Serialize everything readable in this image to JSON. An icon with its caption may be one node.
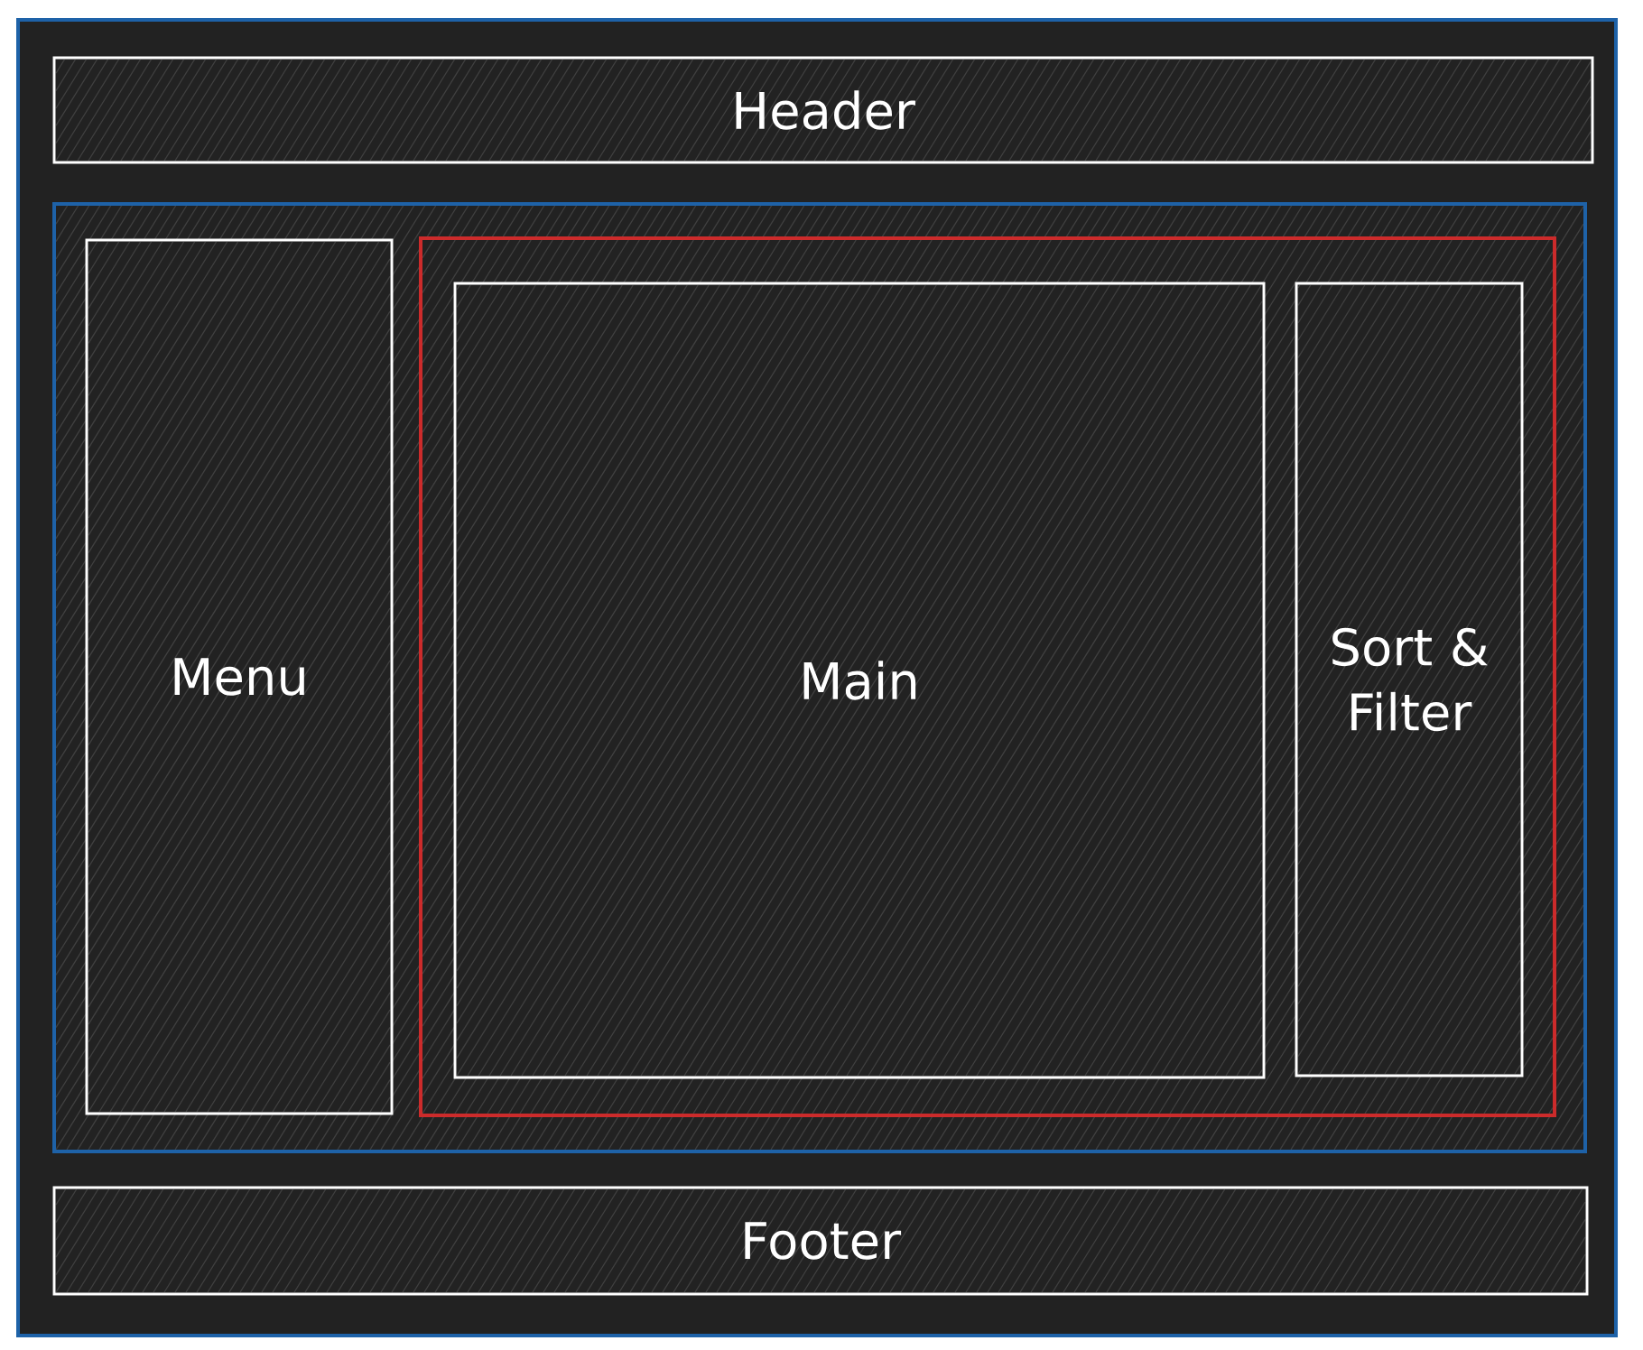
{
  "diagram": {
    "nodes": [
      {
        "text": [],
        "shape": "box"
      },
      {
        "text": [
          "Header"
        ],
        "in": 0
      },
      {
        "text": [],
        "shape": "box",
        "in": 0
      },
      {
        "text": [
          "Menu"
        ],
        "in": 2
      },
      {
        "text": [],
        "shape": "box",
        "in": 2
      },
      {
        "text": [
          "Main"
        ],
        "in": 4
      },
      {
        "text": [
          "Sort & Filter"
        ],
        "in": 4
      },
      {
        "text": [
          "Footer"
        ],
        "in": 0
      }
    ]
  }
}
